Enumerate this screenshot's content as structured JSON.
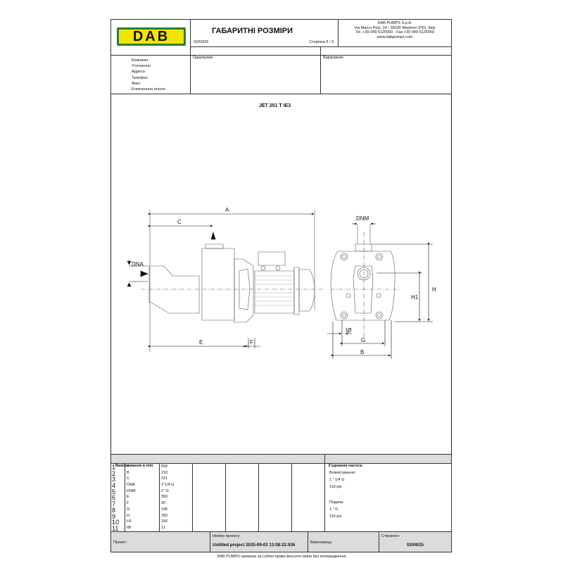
{
  "header": {
    "logo_text": "DAB",
    "title": "ГАБАРИТНІ РОЗМІРИ",
    "date": "03/09/25",
    "page": "Сторінка 3 / 3",
    "company": [
      "DAB PUMPS S.p.A.",
      "Via Marco Polo, 14 - 35035 Mestrino (PD), Italy",
      "Tel. +39 049 5125000 - Fax +39 049 5125950",
      "www.dabpumps.com"
    ],
    "recipient_label": "Одержувач",
    "sender_label": "Відправник:"
  },
  "contact_fields": [
    "Компанія",
    "Уточнення",
    "Адреса",
    "Телефон",
    "Факс",
    "Електронна пошта"
  ],
  "drawing": {
    "title": "JET 251 T IE3",
    "labels": {
      "A": "A",
      "C": "C",
      "DNA": "DNA",
      "E": "E",
      "F": "F",
      "DNM": "DNM",
      "H": "H",
      "H1": "H1",
      "IO": "IØ",
      "G": "G",
      "B": "B"
    }
  },
  "dimensions": {
    "header": "Вимірювання в  mm",
    "rows": [
      {
        "n": "1",
        "name": "A",
        "value": "556"
      },
      {
        "n": "2",
        "name": "B",
        "value": "210"
      },
      {
        "n": "3",
        "name": "C",
        "value": "221"
      },
      {
        "n": "4",
        "name": "DNA",
        "value": "1\"1/4 G"
      },
      {
        "n": "5",
        "name": "DNM",
        "value": "1\" G"
      },
      {
        "n": "6",
        "name": "E",
        "value": "350"
      },
      {
        "n": "7",
        "name": "F",
        "value": "20"
      },
      {
        "n": "8",
        "name": "G",
        "value": "145"
      },
      {
        "n": "9",
        "name": "H",
        "value": "255"
      },
      {
        "n": "10",
        "name": "H1",
        "value": "156"
      },
      {
        "n": "11",
        "name": "IØ",
        "value": "11"
      }
    ]
  },
  "connections": {
    "header": "З'єднання насоса:",
    "suction_label": "Всмоктування:",
    "suction_size": "1 \" 1/4 G",
    "suction_pressure": "116 psi",
    "delivery_label": "Подача:",
    "delivery_size": "1 \" G",
    "delivery_pressure": "116 psi"
  },
  "footer": {
    "project_label": "Проект:",
    "project_number_label": "Номер проекту:",
    "project_number": "Untitled project 2025-09-03 13:08:22.936",
    "executor_label": "Виконавець:",
    "created_label": "Створено:",
    "created": "03/09/25",
    "disclaimer": "DAB PUMPS залишає за собою право вносити зміни без попередження"
  }
}
